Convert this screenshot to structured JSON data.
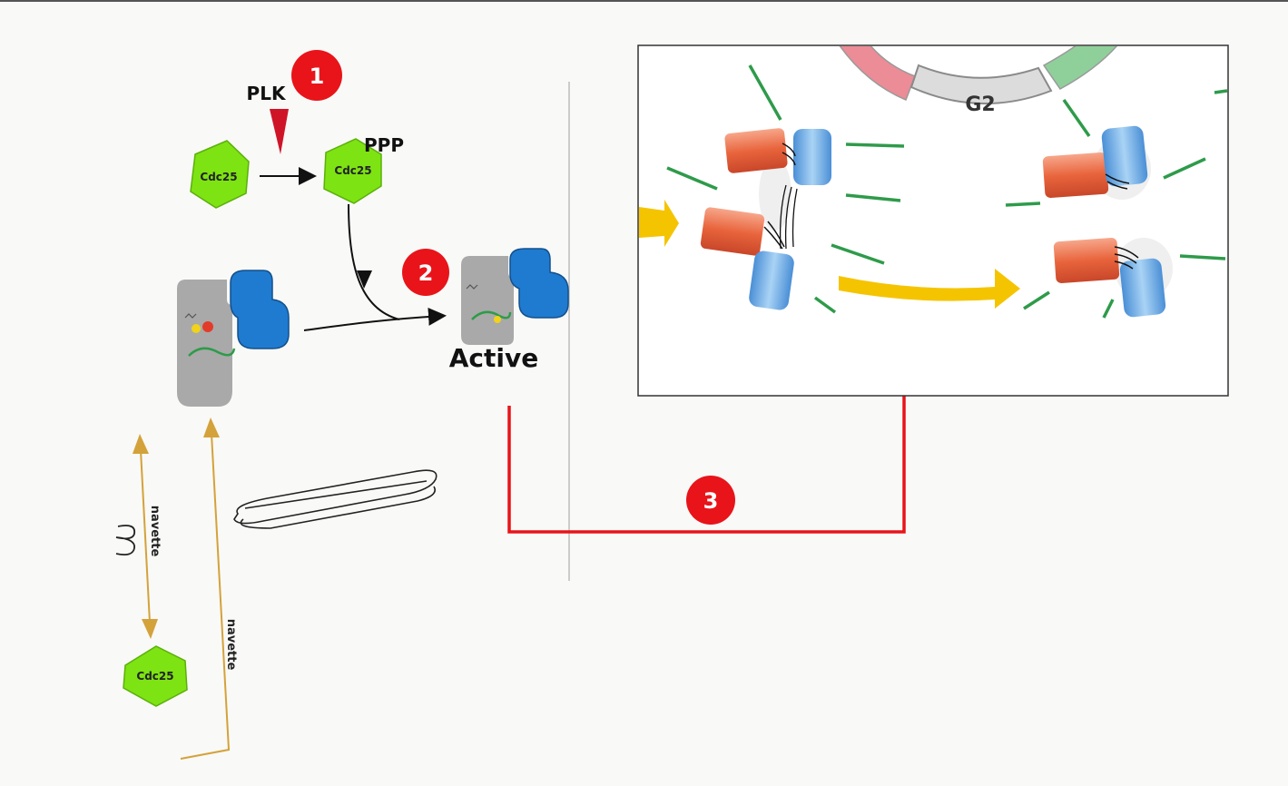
{
  "labels": {
    "plk": "PLK",
    "ppp": "PPP",
    "cdc25_a": "Cdc25",
    "cdc25_b": "Cdc25",
    "cdc25_c": "Cdc25",
    "active": "Active",
    "navette_left": "navette",
    "navette_right": "navette",
    "g2": "G2"
  },
  "steps": [
    {
      "number": "1"
    },
    {
      "number": "2"
    },
    {
      "number": "3"
    }
  ],
  "colors": {
    "step_marker": "#e8141a",
    "cdc25_fill": "#7ee312",
    "kinase_gray": "#a9a9a9",
    "cyclin_blue": "#1f7bd0",
    "shuttle_arrow": "#d4a23a",
    "path_arrow": "#e8141a",
    "yellow_arrow": "#f5c400",
    "spindle_green": "#2e9b4a",
    "g2_band": "#dcdcdc"
  }
}
